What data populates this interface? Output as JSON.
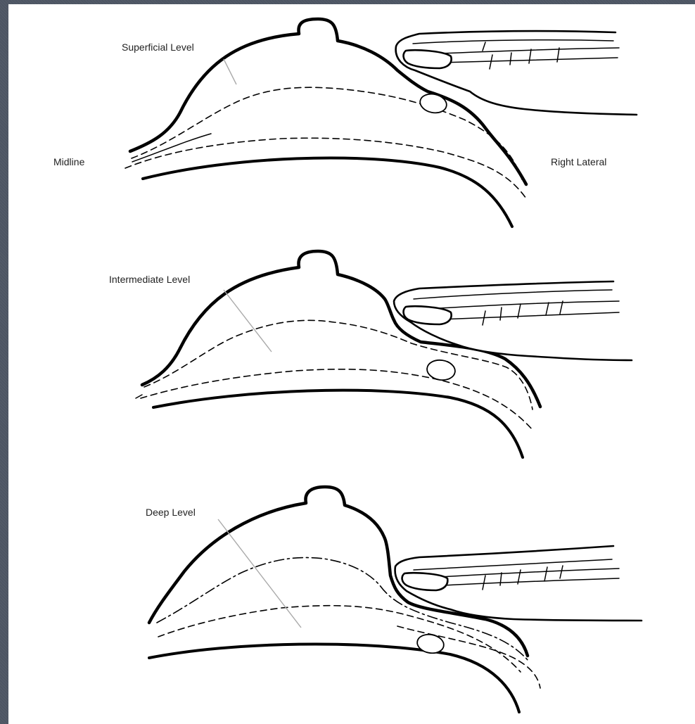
{
  "labels": {
    "superficial": "Superficial Level",
    "intermediate": "Intermediate Level",
    "deep": "Deep Level",
    "midline": "Midline",
    "right_lateral": "Right Lateral"
  }
}
